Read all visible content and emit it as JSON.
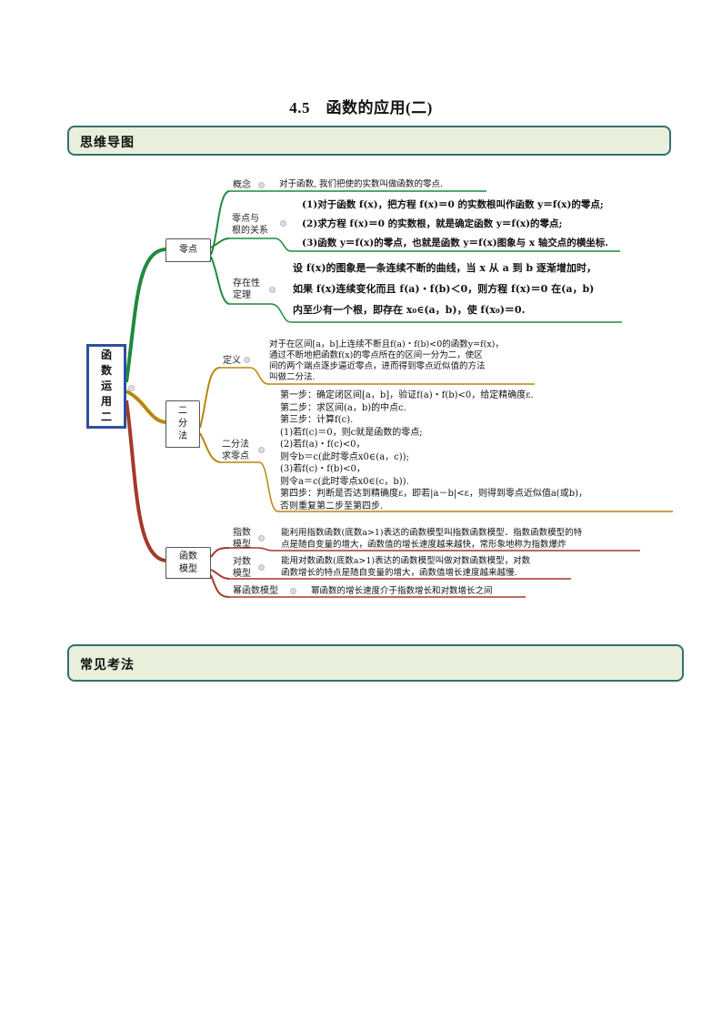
{
  "title": "4.5　函数的应用(二)",
  "sections": {
    "mindmap": "思维导图",
    "common": "常见考法"
  },
  "root": [
    "函",
    "数",
    "运",
    "用",
    "二"
  ],
  "zero": {
    "node": "零点",
    "concept_label": "概念",
    "concept_text": "对于函数, 我们把使的实数叫做函数的零点.",
    "relation_label": [
      "零点与",
      "根的关系"
    ],
    "relation_lines": [
      "(1)对于函数 f(x)，把方程 f(x)＝0 的实数根叫作函数 y＝f(x)的零点;",
      "(2)求方程 f(x)＝0 的实数根，就是确定函数 y＝f(x)的零点;",
      "(3)函数 y＝f(x)的零点，也就是函数 y＝f(x)图象与 x 轴交点的横坐标."
    ],
    "existence_label": [
      "存在性",
      "定理"
    ],
    "existence_lines": [
      "设 f(x)的图象是一条连续不断的曲线，当 x 从 a 到 b 逐渐增加时，",
      "如果 f(x)连续变化而且 f(a)・f(b)＜0，则方程 f(x)＝0 在(a，b)",
      "内至少有一个根，即存在 x₀∈(a，b)，使 f(x₀)＝0."
    ]
  },
  "bisection": {
    "node": [
      "二",
      "分",
      "法"
    ],
    "def_label": "定义",
    "def_lines": [
      "对于在区间[a，b]上连续不断且f(a)・f(b)<0的函数y=f(x)，",
      "通过不断地把函数f(x)的零点所在的区间一分为二，使区",
      "间的两个端点逐步逼近零点，进而得到零点近似值的方法",
      "叫做二分法."
    ],
    "steps_label": [
      "二分法",
      "求零点"
    ],
    "steps_lines": [
      "第一步：确定闭区间[a，b]，验证f(a)・f(b)<0，给定精确度ε.",
      "第二步：求区间(a，b)的中点c.",
      "第三步：计算f(c).",
      "(1)若f(c)＝0，则c就是函数的零点;",
      "(2)若f(a)・f(c)<0，",
      "则令b＝c(此时零点x0∈(a，c));",
      "(3)若f(c)・f(b)<0，",
      "则令a＝c(此时零点x0∈(c，b)).",
      "第四步：判断是否达到精确度ε，即若|a－b|<ε，则得到零点近似值a(或b)，",
      "否则重复第二步至第四步."
    ]
  },
  "models": {
    "node": [
      "函数",
      "模型"
    ],
    "exp_label": [
      "指数",
      "模型"
    ],
    "exp_lines": [
      "能利用指数函数(底数a>1)表达的函数模型叫指数函数模型．指数函数模型的特",
      "点是随自变量的增大，函数值的增长速度越来越快，常形象地称为指数爆炸"
    ],
    "log_label": [
      "对数",
      "模型"
    ],
    "log_lines": [
      "能用对数函数(底数a>1)表达的函数模型叫做对数函数模型，对数",
      "函数增长的特点是随自变量的增大，函数值增长速度越来越慢."
    ],
    "pow_label": "幂函数模型",
    "pow_text": "幂函数的增长速度介于指数增长和对数增长之间"
  },
  "colors": {
    "zero_branch": "#1f8a3c",
    "bisection_branch": "#b8860b",
    "models_branch": "#a23a2a",
    "root_border": "#2e4fa0",
    "section_border": "#34706e",
    "section_fill": "#e8f0dc"
  }
}
